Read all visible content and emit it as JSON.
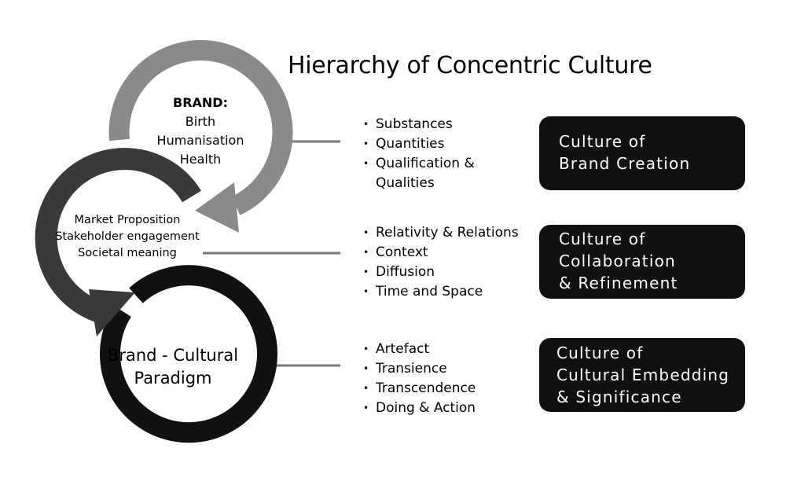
{
  "title": "Hierarchy of Concentric Culture",
  "circles": {
    "brand": {
      "heading": "BRAND:",
      "lines": [
        "Birth",
        "Humanisation",
        "Health"
      ]
    },
    "market": {
      "lines": [
        "Market Proposition",
        "Stakeholder engagement",
        "Societal meaning"
      ]
    },
    "paradigm": {
      "lines": [
        "Brand - Cultural",
        "Paradigm"
      ]
    }
  },
  "bullet_groups": [
    [
      "Substances",
      "Quantities",
      "Qualification &",
      "Qualities"
    ],
    [
      "Relativity & Relations",
      "Context",
      "Diffusion",
      "Time and Space"
    ],
    [
      "Artefact",
      "Transience",
      "Transcendence",
      "Doing & Action"
    ]
  ],
  "bullet_marker": "•",
  "boxes": [
    {
      "lines": [
        "Culture of",
        "Brand Creation"
      ]
    },
    {
      "lines": [
        "Culture of",
        "Collaboration",
        "& Refinement"
      ]
    },
    {
      "lines": [
        "Culture of",
        "Cultural Embedding",
        "& Significance"
      ]
    }
  ],
  "colors": {
    "ring_top": "#8a8a8a",
    "ring_middle": "#3a3a3a",
    "ring_bottom": "#111111",
    "connector": "#777777",
    "box_bg": "#111111",
    "box_text": "#ffffff"
  }
}
